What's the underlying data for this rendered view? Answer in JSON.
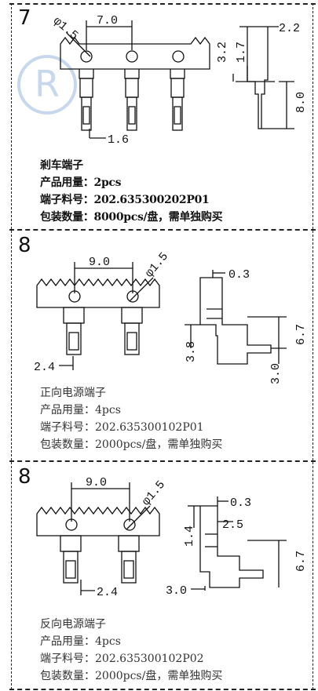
{
  "watermark": {
    "text": "R",
    "color": "#c7d8ec"
  },
  "panels": [
    {
      "number": "7",
      "dims": {
        "pitch": "7.0",
        "hole": "φ1.5",
        "w1": "2.2",
        "h1": "3.2",
        "h2": "1.7",
        "h3": "8.0",
        "foot": "1.6"
      },
      "specs": [
        "剎车端子",
        "产品用量：2pcs",
        "端子料号：202.635300202P01",
        "包装数量：8000pcs/盘，需单独购买"
      ]
    },
    {
      "number": "8",
      "dims": {
        "pitch": "9.0",
        "hole": "φ1.5",
        "w1": "0.3",
        "h1": "3.8",
        "h2": "6.7",
        "h3": "3.0",
        "foot": "2.4"
      },
      "specs": [
        "正向电源端子",
        "产品用量：4pcs",
        "端子料号：202.635300102P01",
        "包装数量：2000pcs/盘，需单独购买"
      ]
    },
    {
      "number": "8",
      "dims": {
        "pitch": "9.0",
        "hole": "φ1.5",
        "w1": "0.3",
        "w2": "2.5",
        "h1": "1.4",
        "h2": "6.7",
        "h3": "3.0",
        "foot": "2.4"
      },
      "specs": [
        "反向电源端子",
        "产品用量：4pcs",
        "端子料号：202.635300102P02",
        "包装数量：2000pcs/盘，需单独购买"
      ]
    }
  ]
}
